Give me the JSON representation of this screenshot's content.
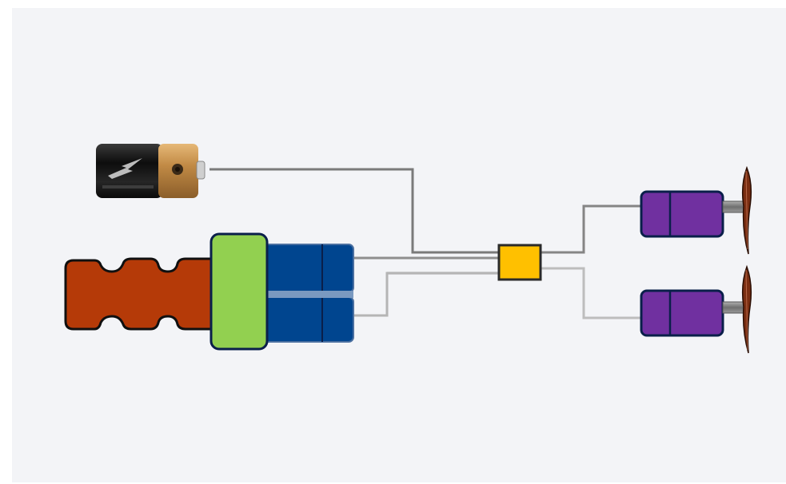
{
  "diagram": {
    "kind": "wiring-schematic",
    "components": {
      "battery": {
        "icon": "battery-icon",
        "colors": {
          "body": "#1a1a1a",
          "cap": "#c8944e",
          "terminal": "#5a4226"
        }
      },
      "handle": {
        "icon": "handle-grip",
        "color": "#b53a08"
      },
      "switch": {
        "icon": "switch-block",
        "color": "#92d050"
      },
      "dual_motor": {
        "icon": "dual-motor-block",
        "color": "#00458f"
      },
      "controller": {
        "icon": "controller-chip",
        "color": "#ffc000"
      },
      "motors": [
        {
          "id": "motor-top",
          "icon": "motor-icon",
          "color": "#7030a0"
        },
        {
          "id": "motor-bottom",
          "icon": "motor-icon",
          "color": "#7030a0"
        }
      ],
      "propeller": {
        "icon": "propeller-icon",
        "color": "#7a2e12"
      }
    },
    "wire_colors": {
      "dark": "#6b6b6b",
      "mid": "#8e8e8e",
      "light": "#c4c4c4",
      "lightest": "#e0e2e6"
    },
    "colors": {
      "frame_background": "#f3f4f7",
      "outline": "#0a1f4a"
    }
  }
}
